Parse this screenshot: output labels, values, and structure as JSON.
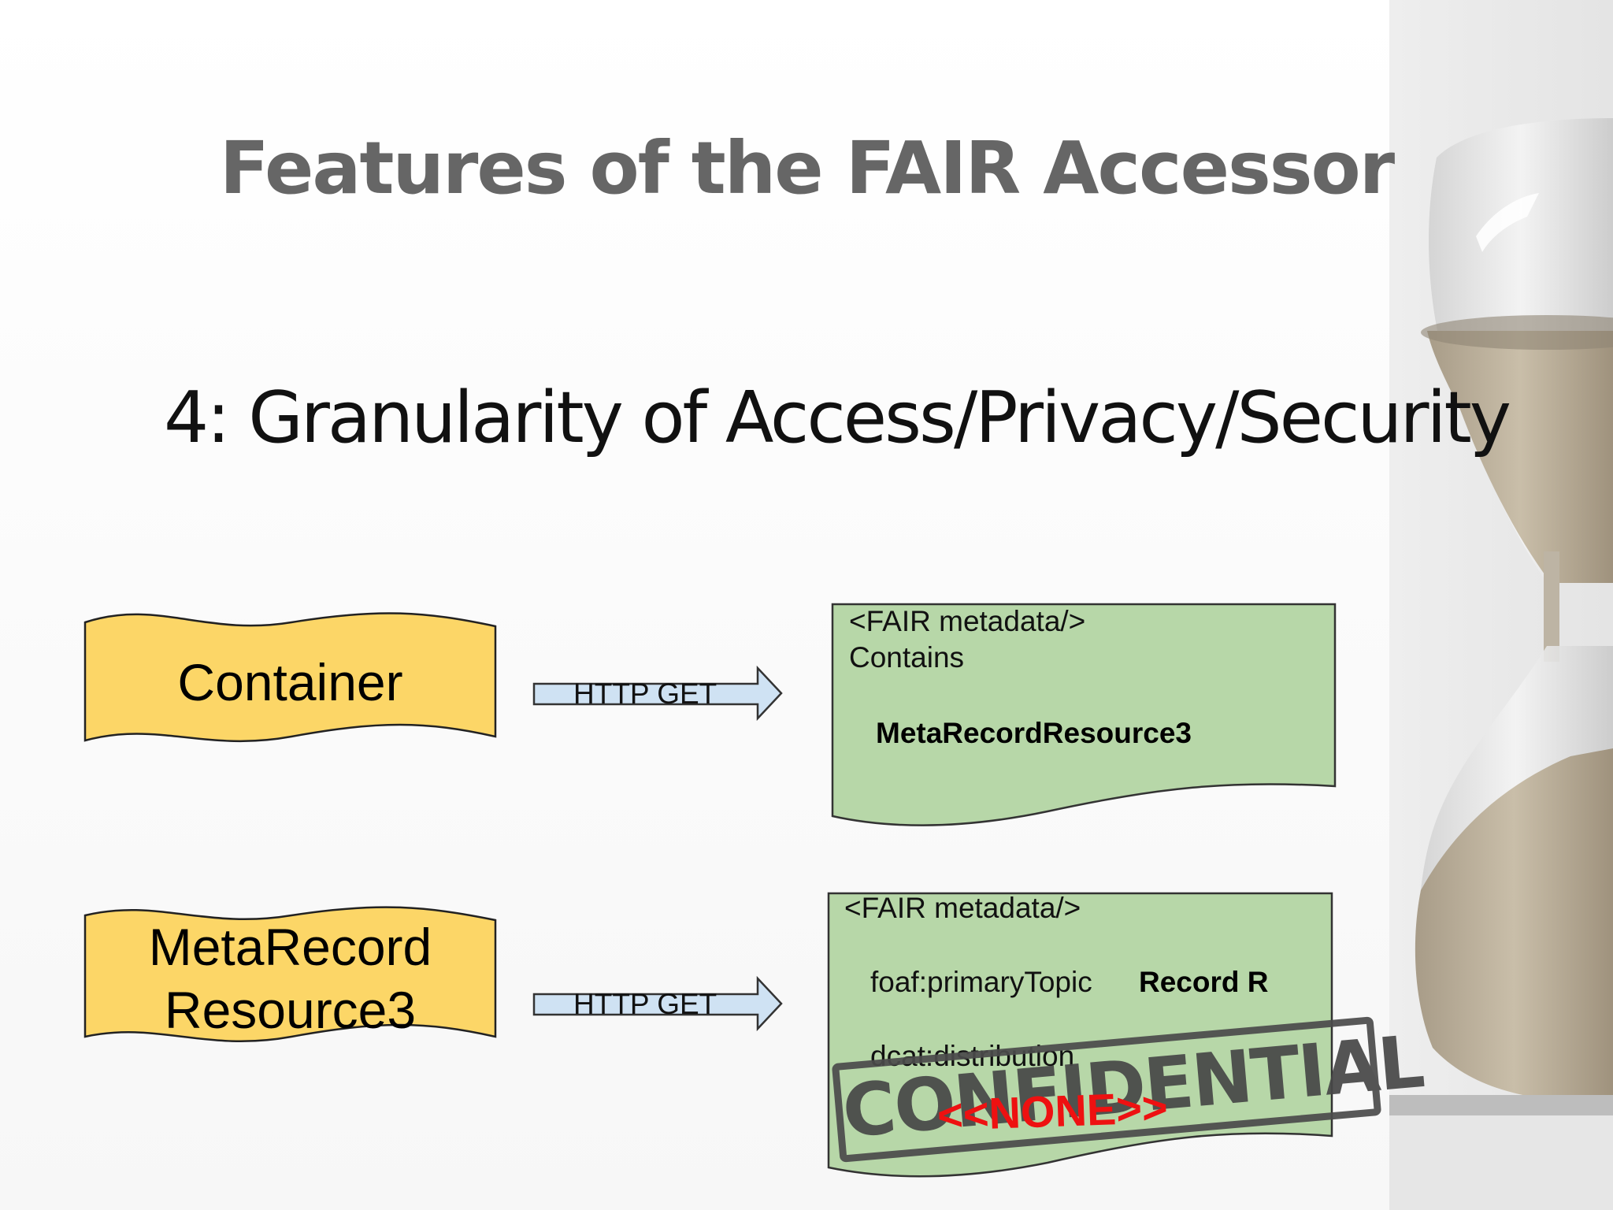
{
  "slide": {
    "title": "Features of the FAIR Accessor",
    "subtitle": "4:  Granularity of Access/Privacy/Security"
  },
  "diagram": {
    "row1": {
      "source_label": "Container",
      "arrow_label": "HTTP GET",
      "doc_lines": [
        "<FAIR metadata/>",
        "Contains"
      ],
      "doc_bold": "MetaRecordResource3"
    },
    "row2": {
      "source_label_line1": "MetaRecord",
      "source_label_line2": "Resource3",
      "arrow_label": "HTTP GET",
      "doc_header": "<FAIR metadata/>",
      "doc_predicate_1": "foaf:primaryTopic",
      "doc_object_1": "Record R",
      "doc_predicate_2": "dcat:distribution",
      "doc_object_2": "<<NONE>>"
    },
    "stamp_text": "CONFIDENTIAL"
  },
  "colors": {
    "source_fill": "#fcd667",
    "doc_fill": "#b7d7a8",
    "arrow_fill": "#cfe2f3",
    "none_text": "#ee1111",
    "title_text": "#666666"
  },
  "icons": {
    "decoration": "hourglass-icon"
  }
}
